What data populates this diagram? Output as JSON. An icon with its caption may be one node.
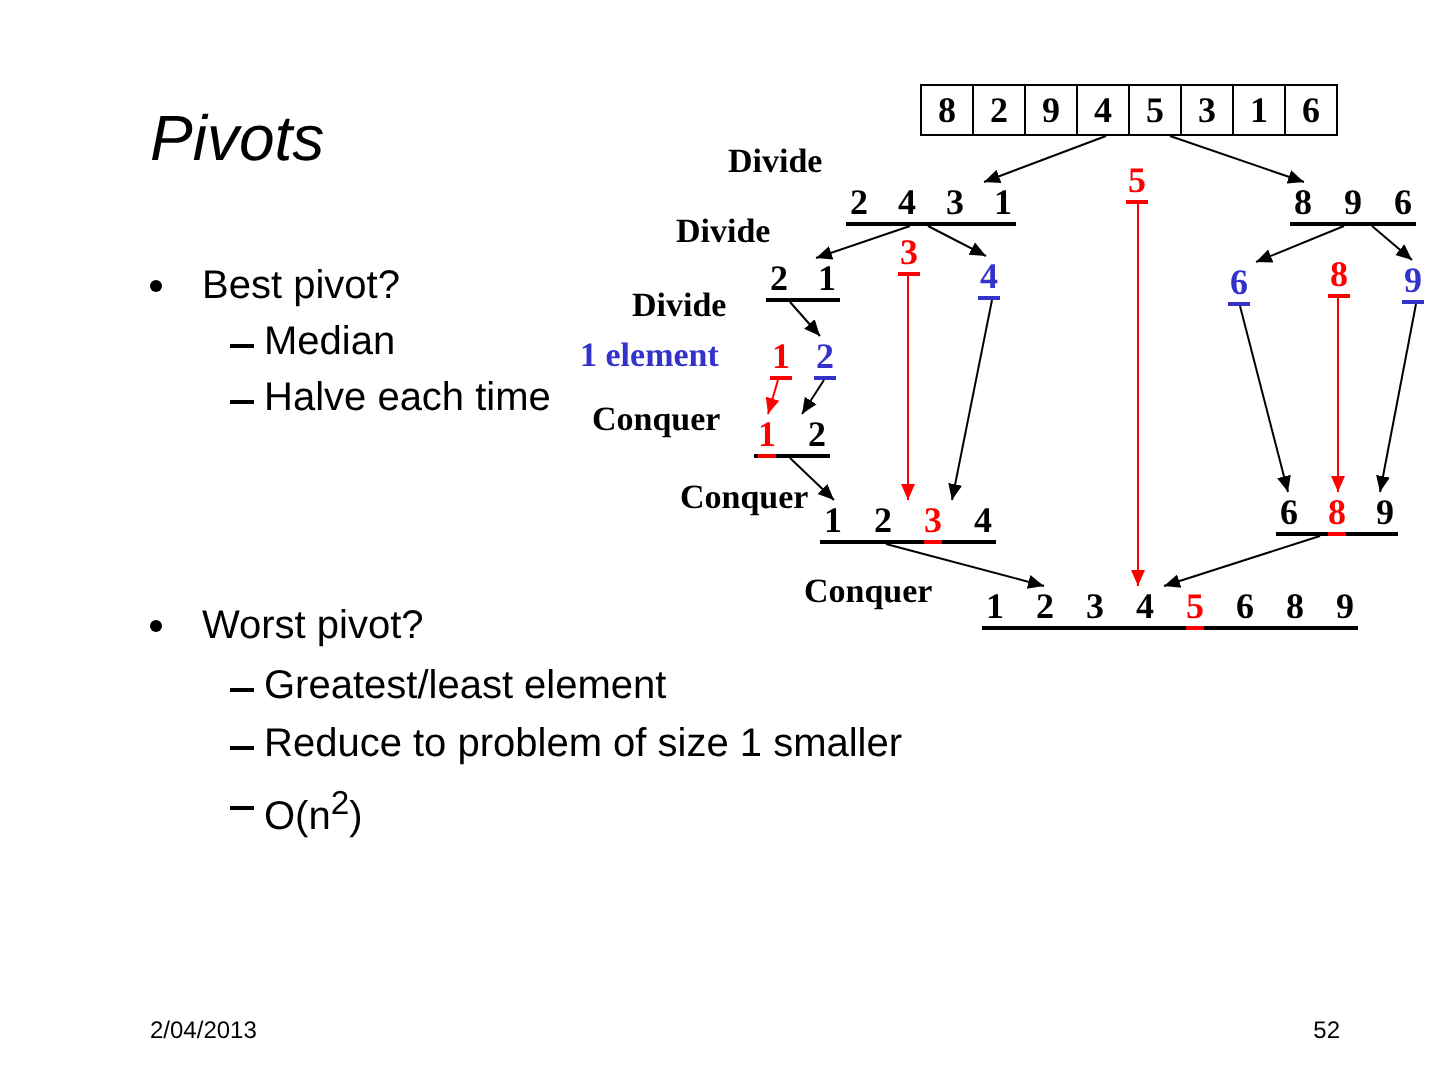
{
  "diagram": {
    "title": "Pivots",
    "nodes": [
      {
        "text": [
          "8",
          "2",
          "9",
          "4",
          "5",
          "3",
          "1",
          "6"
        ]
      },
      {
        "text": [
          "5"
        ]
      },
      {
        "text": [
          "2",
          "4",
          "3",
          "1"
        ]
      },
      {
        "text": [
          "8",
          "9",
          "6"
        ]
      },
      {
        "text": [
          "3"
        ]
      },
      {
        "text": [
          "4"
        ]
      },
      {
        "text": [
          "6"
        ]
      },
      {
        "text": [
          "8"
        ]
      },
      {
        "text": [
          "9"
        ]
      },
      {
        "text": [
          "2",
          "1"
        ]
      },
      {
        "text": [
          "1"
        ]
      },
      {
        "text": [
          "2"
        ]
      },
      {
        "text": [
          "1",
          "2"
        ]
      },
      {
        "text": [
          "1",
          "2",
          "3",
          "4"
        ]
      },
      {
        "text": [
          "6",
          "8",
          "9"
        ]
      },
      {
        "text": [
          "1",
          "2",
          "3",
          "4",
          "5",
          "6",
          "8",
          "9"
        ]
      }
    ],
    "edges": [
      {
        "from": 0,
        "to": 2,
        "arrow": "to"
      },
      {
        "from": 0,
        "to": 3,
        "arrow": "to"
      },
      {
        "from": 1,
        "to": 15,
        "arrow": "to",
        "color": "#ff0000"
      },
      {
        "from": 2,
        "to": 9,
        "arrow": "to"
      },
      {
        "from": 2,
        "to": 5,
        "arrow": "to"
      },
      {
        "from": 3,
        "to": 6,
        "arrow": "to"
      },
      {
        "from": 3,
        "to": 8,
        "arrow": "to"
      },
      {
        "from": 4,
        "to": 13,
        "arrow": "to",
        "color": "#ff0000"
      },
      {
        "from": 5,
        "to": 13,
        "arrow": "to"
      },
      {
        "from": 6,
        "to": 14,
        "arrow": "to"
      },
      {
        "from": 7,
        "to": 14,
        "arrow": "to",
        "color": "#ff0000"
      },
      {
        "from": 8,
        "to": 14,
        "arrow": "to"
      },
      {
        "from": 9,
        "to": 11,
        "arrow": "to"
      },
      {
        "from": 10,
        "to": 12,
        "arrow": "to",
        "color": "#ff0000"
      },
      {
        "from": 11,
        "to": 12,
        "arrow": "to"
      },
      {
        "from": 12,
        "to": 13,
        "arrow": "to"
      },
      {
        "from": 13,
        "to": 15,
        "arrow": "to"
      },
      {
        "from": 14,
        "to": 15,
        "arrow": "to"
      }
    ],
    "labels": [
      "Best pivot?",
      "Median",
      "Halve each time",
      "Worst pivot?",
      "Greatest/least element",
      "Reduce to problem of size 1 smaller",
      "O(n$^{2}$)",
      "Divide",
      "Divide",
      "Divide",
      "1 element",
      "Conquer",
      "Conquer",
      "Conquer",
      "2/04/2013",
      "52"
    ]
  }
}
